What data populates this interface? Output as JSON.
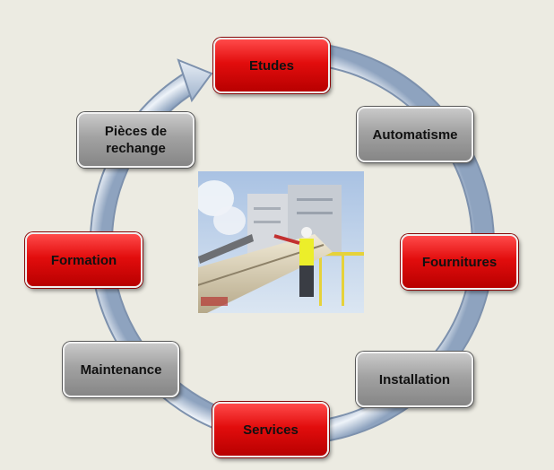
{
  "nodes": {
    "etudes": "Etudes",
    "automatisme": "Automatisme",
    "fournitures": "Fournitures",
    "installation": "Installation",
    "services": "Services",
    "maintenance": "Maintenance",
    "formation": "Formation",
    "pieces_line1": "Pièces de",
    "pieces_line2": "rechange"
  },
  "colors": {
    "background": "#ecebe2",
    "red_node": "#e20d0d",
    "gray_node": "#a2a2a2",
    "ring": "#b7c9de"
  },
  "icons": {
    "cycle_arrow": "circular-arrow-icon",
    "photo": "industrial-site-photo"
  }
}
